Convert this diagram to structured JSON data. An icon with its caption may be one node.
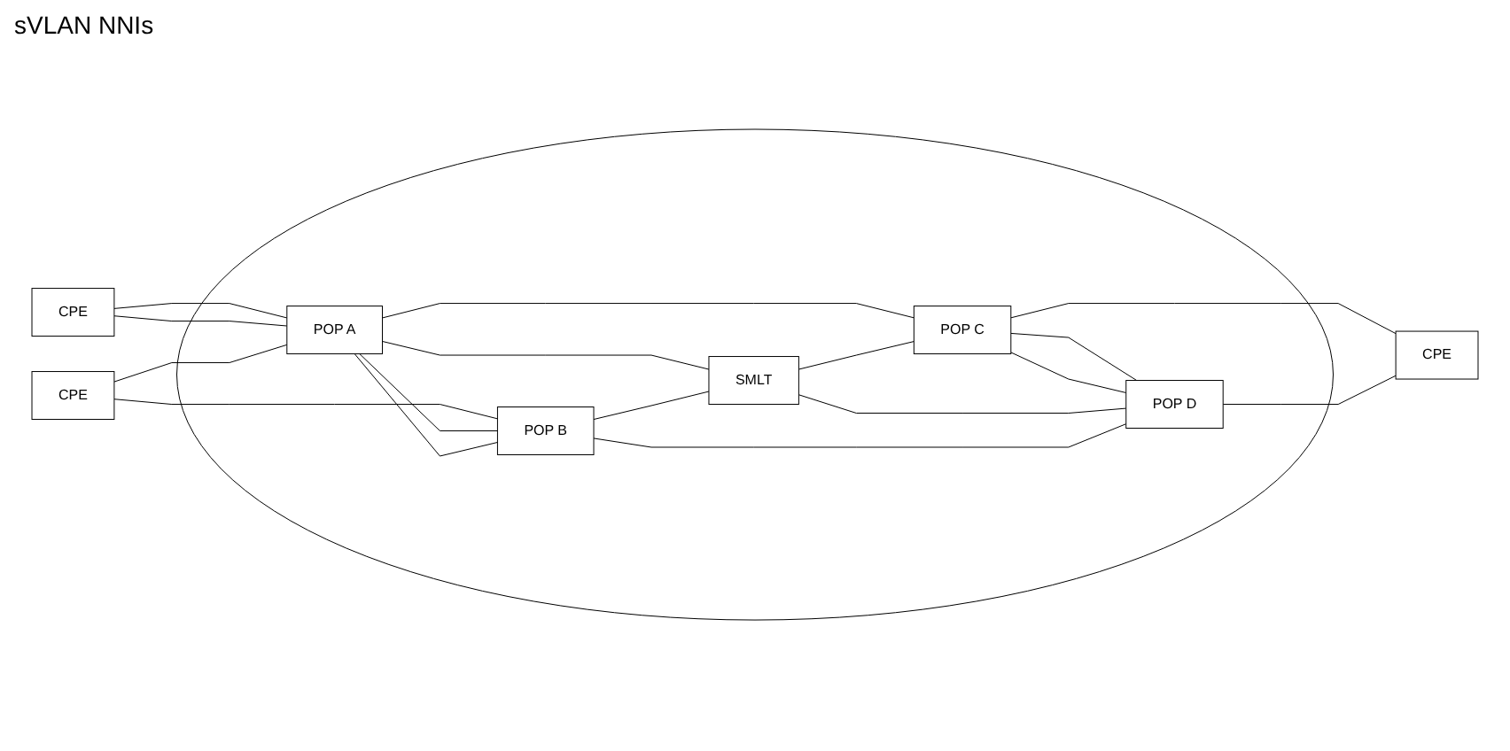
{
  "diagram": {
    "nodes": [
      {
        "text": [],
        "shape": "ellipse"
      },
      {
        "text": [
          "CPE"
        ]
      },
      {
        "text": [
          "POP A"
        ],
        "in": 0
      },
      {
        "text": [
          "POP C"
        ],
        "in": 0
      },
      {
        "text": [
          "CPE"
        ]
      },
      {
        "text": [
          "SMLT"
        ],
        "in": 0
      },
      {
        "text": [
          "CPE"
        ]
      },
      {
        "text": [
          "POP B"
        ],
        "in": 0
      },
      {
        "text": [
          "POP D"
        ],
        "in": 0
      }
    ],
    "edges": [
      {
        "from": 1,
        "to": 2,
        "arrow": "none"
      },
      {
        "from": 1,
        "to": 2,
        "arrow": "none"
      },
      {
        "from": 4,
        "to": 2,
        "arrow": "none"
      },
      {
        "from": 4,
        "to": 7,
        "arrow": "none"
      },
      {
        "from": 2,
        "to": 3,
        "arrow": "none"
      },
      {
        "from": 2,
        "to": 7,
        "arrow": "none"
      },
      {
        "from": 2,
        "to": 7,
        "arrow": "none"
      },
      {
        "from": 2,
        "to": 5,
        "arrow": "none"
      },
      {
        "from": 5,
        "to": 3,
        "arrow": "none"
      },
      {
        "from": 3,
        "to": 8,
        "arrow": "none"
      },
      {
        "from": 3,
        "to": 8,
        "arrow": "none"
      },
      {
        "from": 7,
        "to": 5,
        "arrow": "none"
      },
      {
        "from": 5,
        "to": 8,
        "arrow": "none"
      },
      {
        "from": 7,
        "to": 8,
        "arrow": "none"
      },
      {
        "from": 3,
        "to": 6,
        "arrow": "none"
      },
      {
        "from": 8,
        "to": 6,
        "arrow": "none"
      }
    ],
    "labels": [
      "sVLAN NNIs"
    ]
  }
}
